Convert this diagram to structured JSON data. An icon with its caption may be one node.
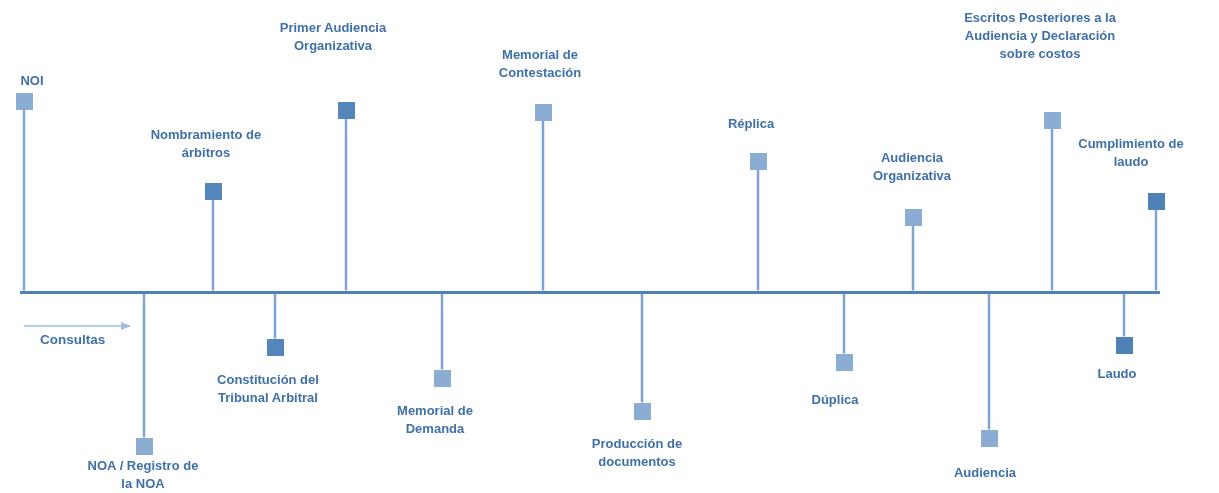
{
  "diagram": {
    "nodes": [
      {
        "text": [
          "NOI"
        ]
      },
      {
        "text": [
          "NOA / Registro de la NOA"
        ]
      },
      {
        "text": [
          "Nombramiento de árbitros"
        ]
      },
      {
        "text": [
          "Constitución del Tribunal Arbitral"
        ]
      },
      {
        "text": [
          "Primer Audiencia Organizativa"
        ]
      },
      {
        "text": [
          "Memorial de Demanda"
        ]
      },
      {
        "text": [
          "Memorial de Contestación"
        ]
      },
      {
        "text": [
          "Producción de documentos"
        ]
      },
      {
        "text": [
          "Réplica"
        ]
      },
      {
        "text": [
          "Dúplica"
        ]
      },
      {
        "text": [
          "Audiencia Organizativa"
        ]
      },
      {
        "text": [
          "Audiencia"
        ]
      },
      {
        "text": [
          "Escritos Posteriores a la Audiencia y Declaración sobre costos"
        ]
      },
      {
        "text": [
          "Laudo"
        ]
      },
      {
        "text": [
          "Cumplimiento de laudo"
        ]
      },
      {
        "text": [],
        "shape": "bar"
      }
    ],
    "edges": [
      {
        "from": 0,
        "to": 15,
        "arrow": "none"
      },
      {
        "from": 1,
        "to": 15,
        "arrow": "none"
      },
      {
        "from": 2,
        "to": 15,
        "arrow": "none"
      },
      {
        "from": 3,
        "to": 15,
        "arrow": "none"
      },
      {
        "from": 4,
        "to": 15,
        "arrow": "none"
      },
      {
        "from": 5,
        "to": 15,
        "arrow": "none"
      },
      {
        "from": 6,
        "to": 15,
        "arrow": "none"
      },
      {
        "from": 7,
        "to": 15,
        "arrow": "none"
      },
      {
        "from": 8,
        "to": 15,
        "arrow": "none"
      },
      {
        "from": 9,
        "to": 15,
        "arrow": "none"
      },
      {
        "from": 10,
        "to": 15,
        "arrow": "none"
      },
      {
        "from": 11,
        "to": 15,
        "arrow": "none"
      },
      {
        "from": 12,
        "to": 15,
        "arrow": "none"
      },
      {
        "from": 13,
        "to": 15,
        "arrow": "none"
      },
      {
        "from": 14,
        "to": 15,
        "arrow": "none"
      }
    ],
    "labels": [
      "Consultas"
    ]
  }
}
